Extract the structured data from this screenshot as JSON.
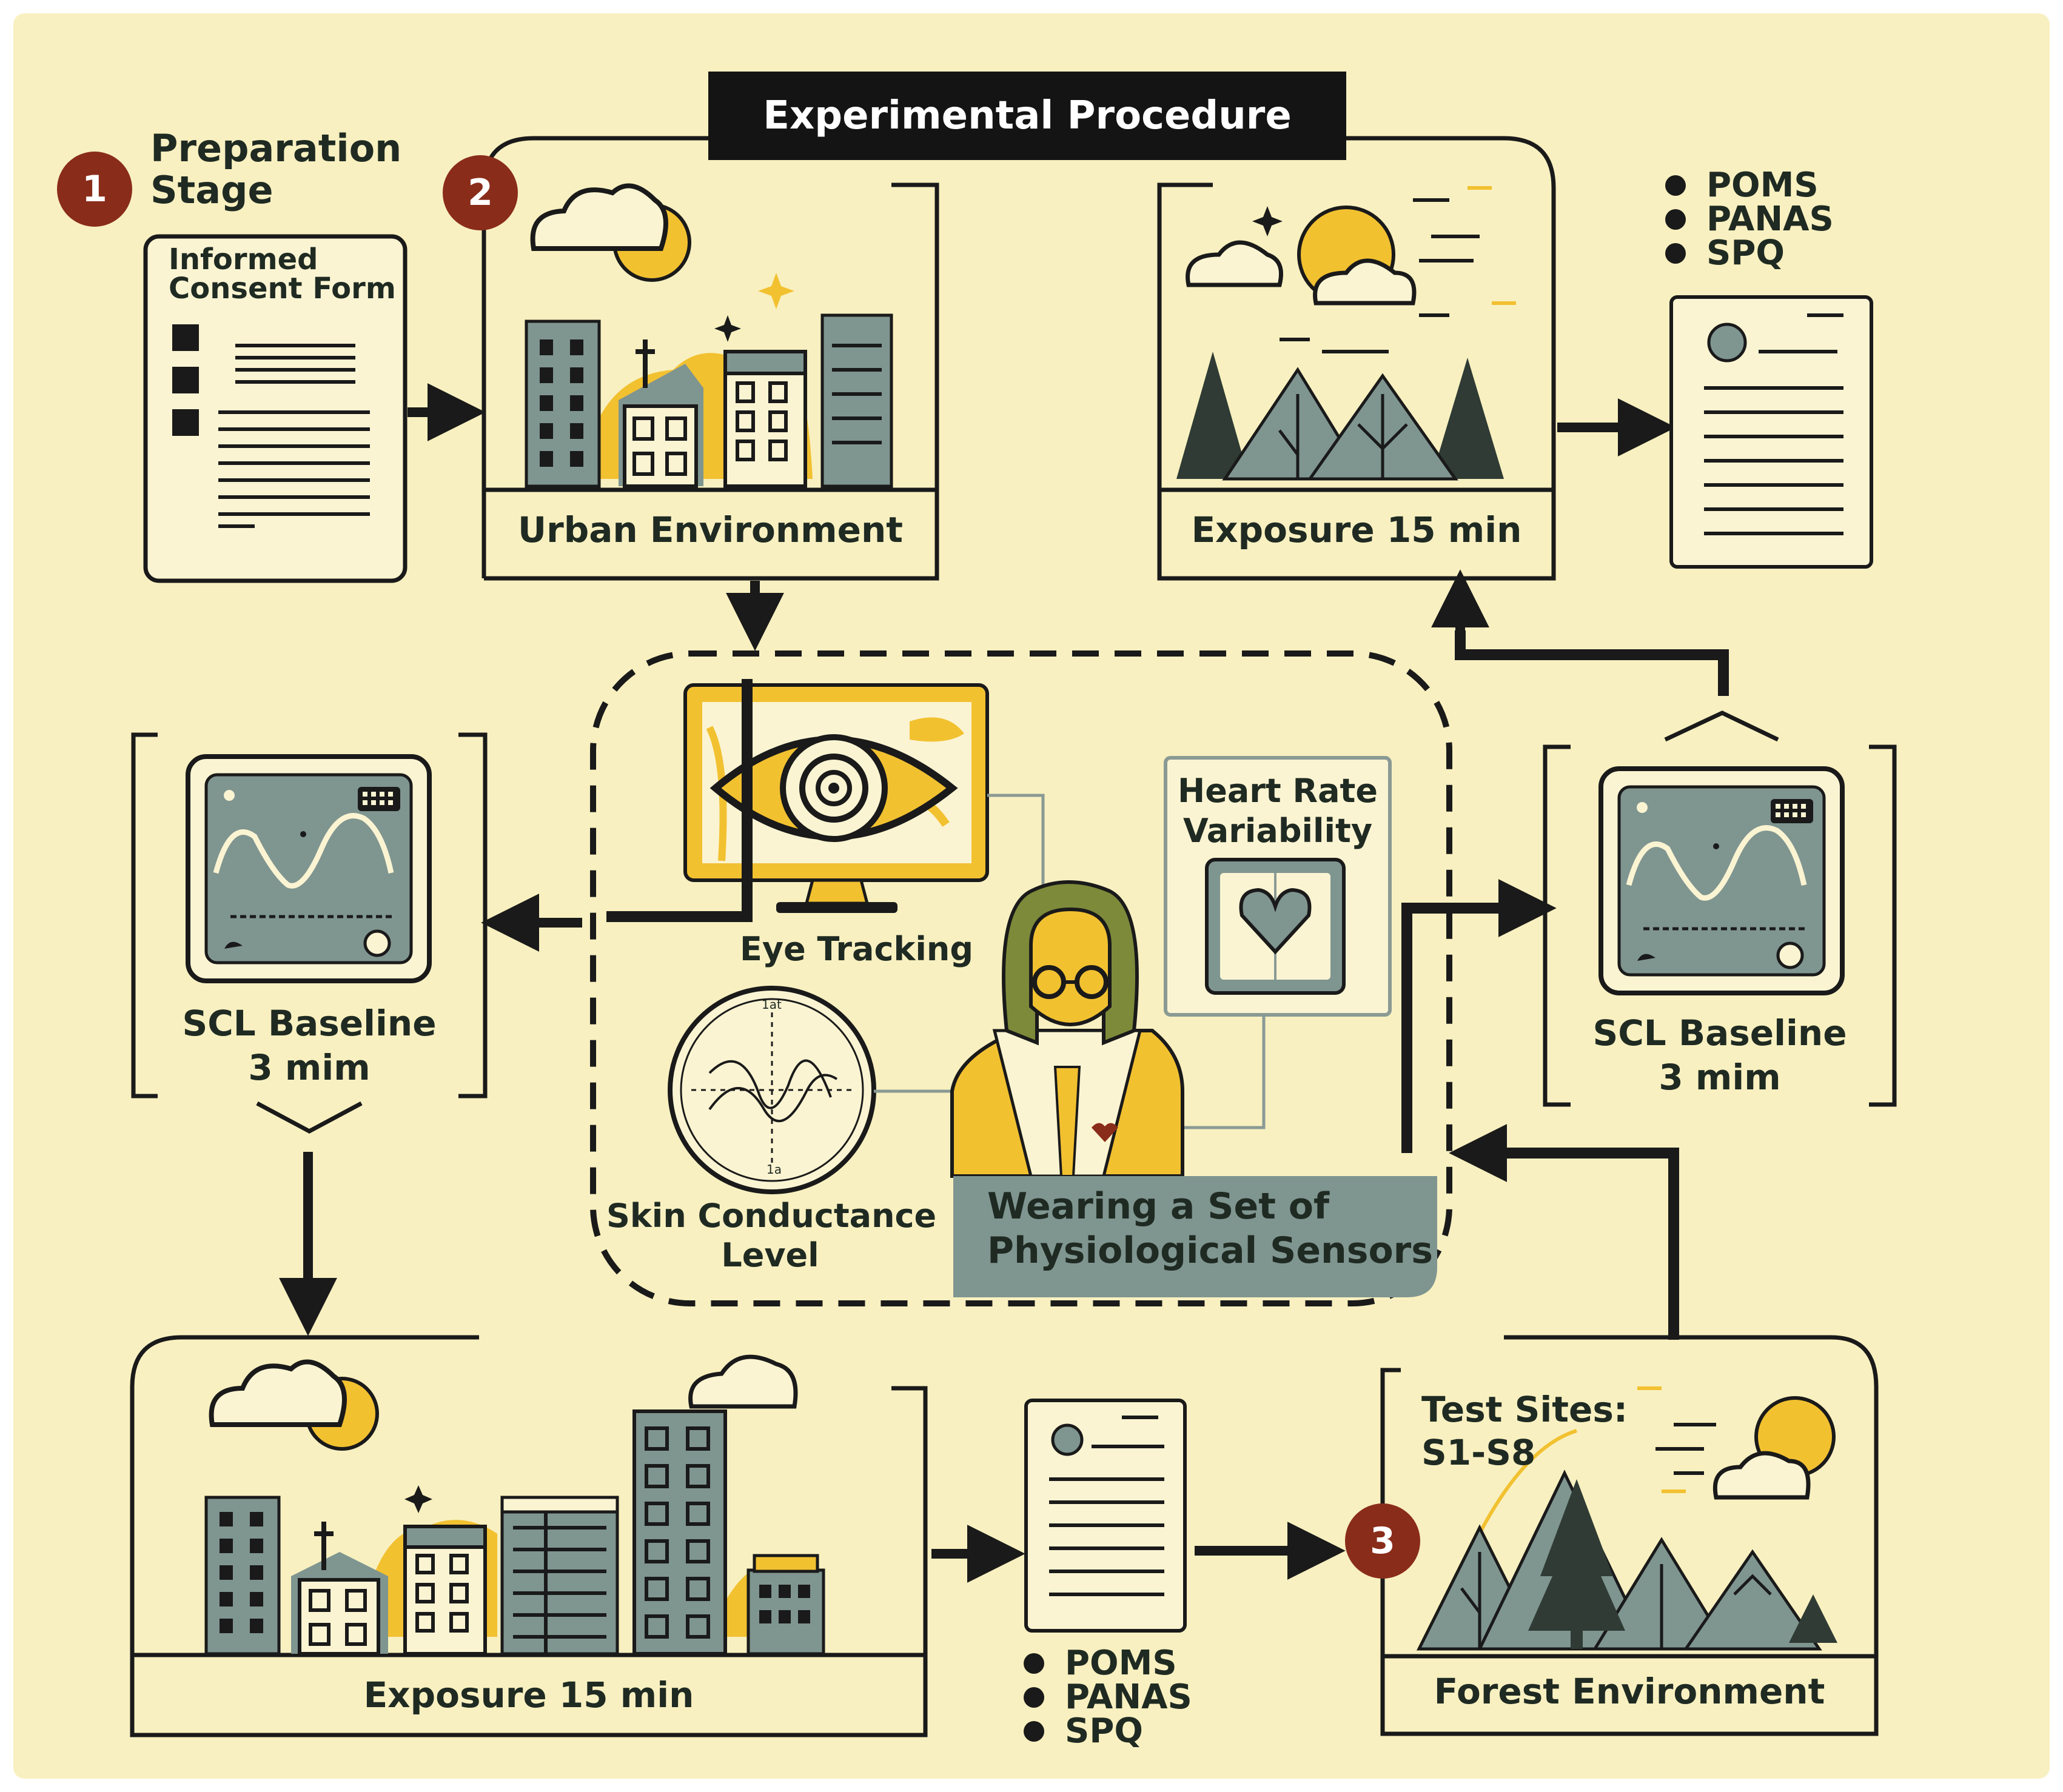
{
  "title": "Experimental Procedure",
  "steps": {
    "one": "1",
    "two": "2",
    "three": "3"
  },
  "preparation": {
    "heading_line1": "Preparation",
    "heading_line2": "Stage",
    "form_line1": "Informed",
    "form_line2": "Consent Form"
  },
  "urban_environment": {
    "label": "Urban Environment"
  },
  "exposure_top": {
    "label": "Exposure 15 min"
  },
  "questionnaire_top": {
    "items": [
      "POMS",
      "PANAS",
      "SPQ"
    ]
  },
  "scl_left": {
    "line1": "SCL Baseline",
    "line2": "3 mim"
  },
  "scl_right": {
    "line1": "SCL Baseline",
    "line2": "3 mim"
  },
  "sensors": {
    "eye_tracking": "Eye Tracking",
    "hrv_line1": "Heart Rate",
    "hrv_line2": "Variability",
    "scl_line1": "Skin Conductance",
    "scl_line2": "Level",
    "wearing_line1": "Wearing a Set of",
    "wearing_line2": "Physiological Sensors",
    "gauge_top_tick": "1at",
    "gauge_bottom_tick": "1a"
  },
  "exposure_bottom": {
    "label": "Exposure 15 min"
  },
  "questionnaire_bottom": {
    "items": [
      "POMS",
      "PANAS",
      "SPQ"
    ]
  },
  "forest_environment": {
    "label": "Forest Environment",
    "sites_line1": "Test Sites:",
    "sites_line2": "S1-S8"
  },
  "colors": {
    "background": "#f8f0c0",
    "accent_yellow": "#f2c130",
    "slate": "#7f9590",
    "dark": "#1a1a1a",
    "step_red": "#8a2c1a",
    "olive": "#7d8a3a"
  }
}
